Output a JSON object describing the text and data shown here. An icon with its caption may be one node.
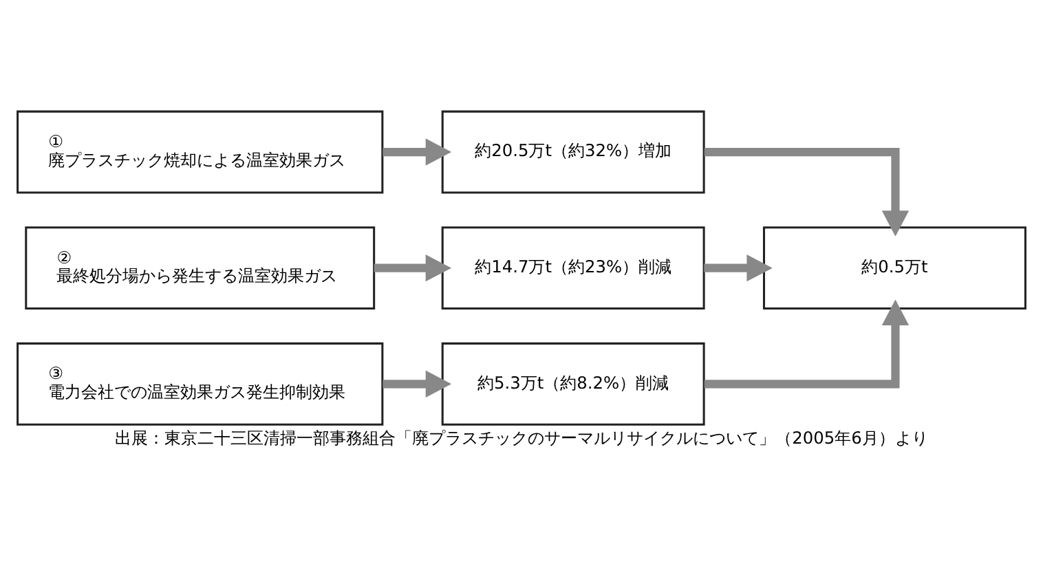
{
  "diagram": {
    "caption": "出展：東京二十三区清掃一部事務組合「廃プラスチックのサーマルリサイクルについて」（2005年6月）より",
    "nodes": [
      {
        "text": [
          "①",
          "廃プラスチック焼却による温室効果ガス"
        ]
      },
      {
        "text": [
          "②",
          "最終処分場から発生する温室効果ガス"
        ]
      },
      {
        "text": [
          "③",
          "電力会社での温室効果ガス発生抑制効果"
        ]
      },
      {
        "text": [
          "約20.5万t（約32%）増加"
        ]
      },
      {
        "text": [
          "約14.7万t（約23%）削減"
        ]
      },
      {
        "text": [
          "約5.3万t（約8.2%）削減"
        ]
      },
      {
        "text": [
          "約0.5万t"
        ]
      }
    ],
    "edges": [
      {
        "from": 0,
        "to": 3,
        "arrow": "to"
      },
      {
        "from": 1,
        "to": 4,
        "arrow": "to"
      },
      {
        "from": 2,
        "to": 5,
        "arrow": "to"
      },
      {
        "from": 3,
        "to": 6,
        "arrow": "to"
      },
      {
        "from": 4,
        "to": 6,
        "arrow": "to"
      },
      {
        "from": 5,
        "to": 6,
        "arrow": "to"
      }
    ]
  }
}
